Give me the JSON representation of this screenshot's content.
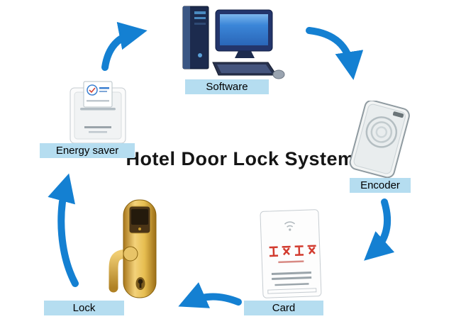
{
  "title": "Hotel Door Lock System",
  "diagram": {
    "nodes": [
      {
        "id": "software",
        "label": "Software"
      },
      {
        "id": "encoder",
        "label": "Encoder"
      },
      {
        "id": "card",
        "label": "Card"
      },
      {
        "id": "lock",
        "label": "Lock"
      },
      {
        "id": "energy_saver",
        "label": "Energy saver"
      }
    ],
    "arrows": [
      {
        "from": "lock",
        "to": "energy_saver"
      },
      {
        "from": "energy_saver",
        "to": "software"
      },
      {
        "from": "software",
        "to": "encoder"
      },
      {
        "from": "encoder",
        "to": "card"
      },
      {
        "from": "card",
        "to": "lock"
      }
    ],
    "colors": {
      "label_bg": "#b5ddf0",
      "arrow": "#1480d2",
      "title": "#151515"
    }
  }
}
